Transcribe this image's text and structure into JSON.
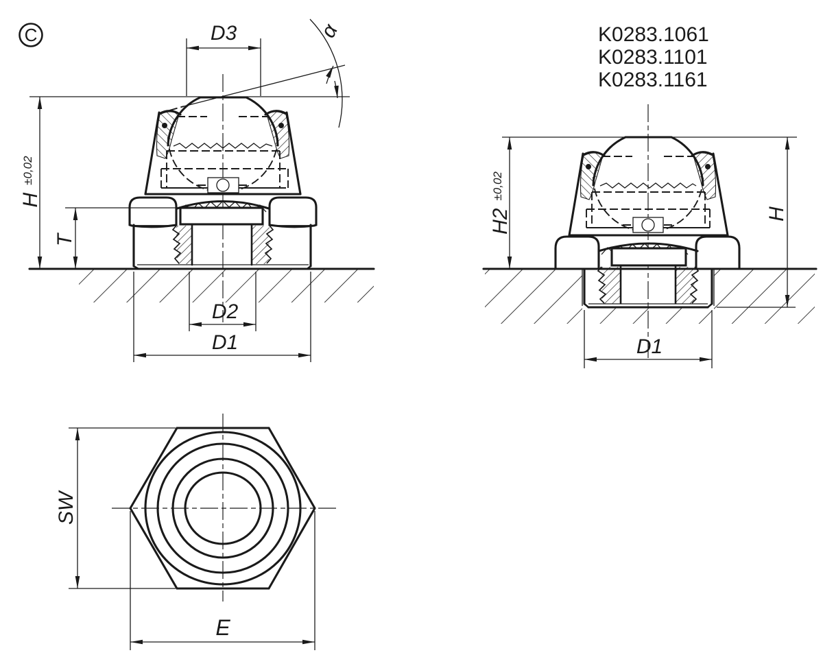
{
  "drawing": {
    "badge": "C",
    "part_numbers": [
      "K0283.1061",
      "K0283.1101",
      "K0283.1161"
    ],
    "views": {
      "front": {
        "dims": {
          "d3": "D3",
          "alpha": "α",
          "h": "H",
          "h_tol": "±0,02",
          "t": "T",
          "d2": "D2",
          "d1": "D1"
        }
      },
      "side": {
        "dims": {
          "h2": "H2",
          "h2_tol": "±0,02",
          "h": "H",
          "d1": "D1"
        }
      },
      "top": {
        "dims": {
          "sw": "SW",
          "e": "E"
        }
      }
    }
  }
}
